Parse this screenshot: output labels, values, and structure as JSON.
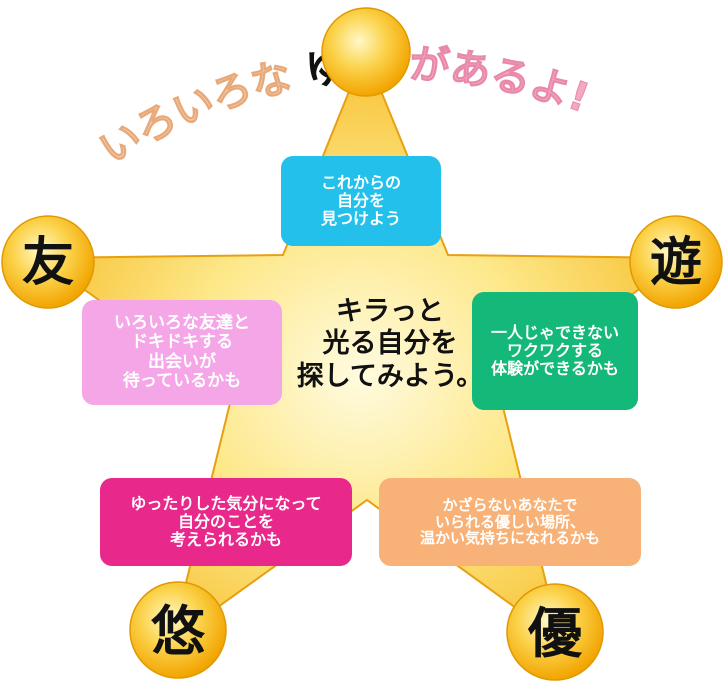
{
  "arc_title": {
    "text": "いろいろな ゆう があるよ!",
    "part1": "いろいろな",
    "part2": "ゆう",
    "part3": "があるよ!",
    "color_part1": "#f0c9a4",
    "color_part3": "#f4a8c4"
  },
  "center": {
    "lines": [
      "キラっと",
      "光る自分を",
      "探してみよう。"
    ]
  },
  "nodes": {
    "tomo": {
      "label": "友"
    },
    "asobi": {
      "label": "遊"
    },
    "yuu_calm": {
      "label": "悠"
    },
    "yasashii": {
      "label": "優"
    }
  },
  "boxes": {
    "top": {
      "lines": [
        "これからの",
        "自分を",
        "見つけよう"
      ],
      "color": "#22c0ea"
    },
    "left": {
      "lines": [
        "いろいろな友達と",
        "ドキドキする",
        "出会いが",
        "待っているかも"
      ],
      "color": "#f4a6e6"
    },
    "right": {
      "lines": [
        "一人じゃできない",
        "ワクワクする",
        "体験ができるかも"
      ],
      "color": "#14b878"
    },
    "bottom_left": {
      "lines": [
        "ゆったりした気分になって",
        "自分のことを",
        "考えられるかも"
      ],
      "color": "#e8288a"
    },
    "bottom_right": {
      "lines": [
        "かざらないあなたで",
        "いられる優しい場所、",
        "温かい気持ちになれるかも"
      ],
      "color": "#f8b277"
    }
  },
  "colors": {
    "star_center": "#fffbe0",
    "star_edge": "#f6b81f",
    "orb_center": "#fff8c8",
    "orb_edge": "#f2a400"
  }
}
